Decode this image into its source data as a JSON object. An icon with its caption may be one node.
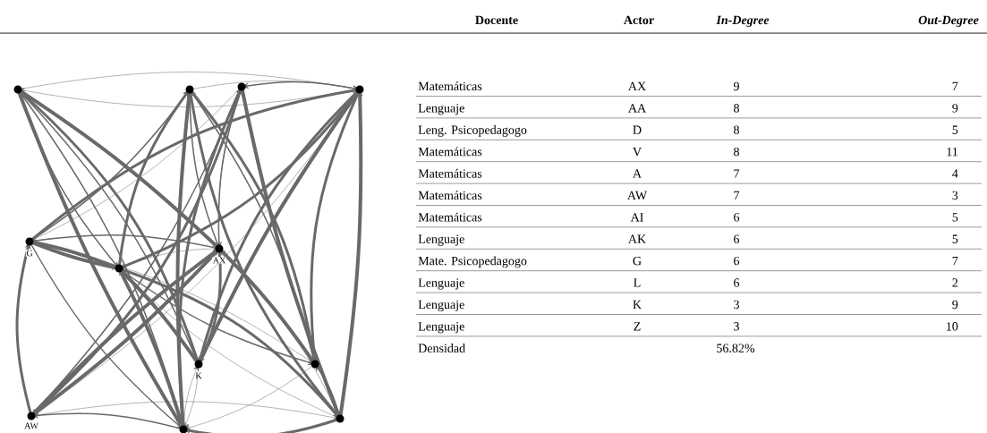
{
  "diagram": {
    "labels": [
      "Docente",
      "Actor",
      "*In-Degree*",
      "*Out-Degree*",
      "Matemáticas",
      "AX",
      "9",
      "7",
      "Lenguaje",
      "AA",
      "8",
      "9",
      "Leng. Psicopedagogo",
      "D",
      "8",
      "5",
      "Matemáticas",
      "V",
      "8",
      "11",
      "Matemáticas",
      "A",
      "7",
      "4",
      "Matemáticas",
      "AW",
      "7",
      "3",
      "Matemáticas",
      "AI",
      "6",
      "5",
      "Lenguaje",
      "AK",
      "6",
      "5",
      "Mate. Psicopedagogo",
      "G",
      "6",
      "7",
      "Lenguaje",
      "L",
      "6",
      "2",
      "Lenguaje",
      "K",
      "3",
      "9",
      "Lenguaje",
      "Z",
      "3",
      "10",
      "Densidad",
      "56.82%",
      "G",
      "AX",
      "K",
      "AW"
    ]
  }
}
